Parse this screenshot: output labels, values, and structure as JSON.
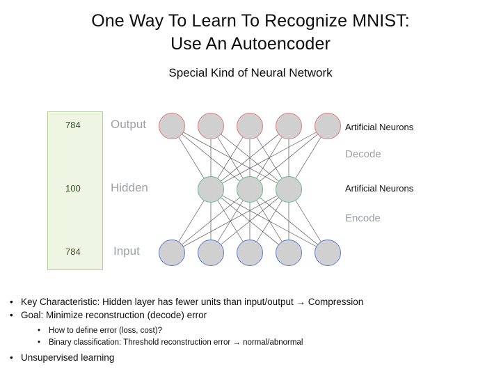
{
  "title": {
    "line1": "One Way To Learn To Recognize MNIST:",
    "line2": "Use An Autoencoder"
  },
  "subtitle": "Special Kind of Neural Network",
  "diagram": {
    "counts": {
      "output": "784",
      "hidden": "100",
      "input": "784"
    },
    "layer_names": {
      "output": "Output",
      "hidden": "Hidden",
      "input": "Input"
    },
    "codec": {
      "decode": "Decode",
      "encode": "Encode"
    },
    "side_notes": {
      "output": "Artificial Neurons",
      "hidden": "Artificial Neurons"
    },
    "colors": {
      "output_ring": "#e07b7b",
      "hidden_ring": "#69bb8f",
      "input_ring": "#5b7fd4",
      "node_fill": "#d0d0d0",
      "box_fill": "#eef6e3",
      "box_border": "#b7cf9a"
    }
  },
  "bullets": [
    {
      "level": 1,
      "marker": "•",
      "text": "Key Characteristic: Hidden layer has fewer units than input/output → Compression"
    },
    {
      "level": 1,
      "marker": "•",
      "text": "Goal: Minimize reconstruction (decode) error"
    },
    {
      "level": 2,
      "marker": "•",
      "text": "How to define error (loss, cost)?"
    },
    {
      "level": 2,
      "marker": "•",
      "text": "Binary classification: Threshold reconstruction error → normal/abnormal"
    },
    {
      "level": 1,
      "marker": "•",
      "text": "Unsupervised learning"
    }
  ]
}
